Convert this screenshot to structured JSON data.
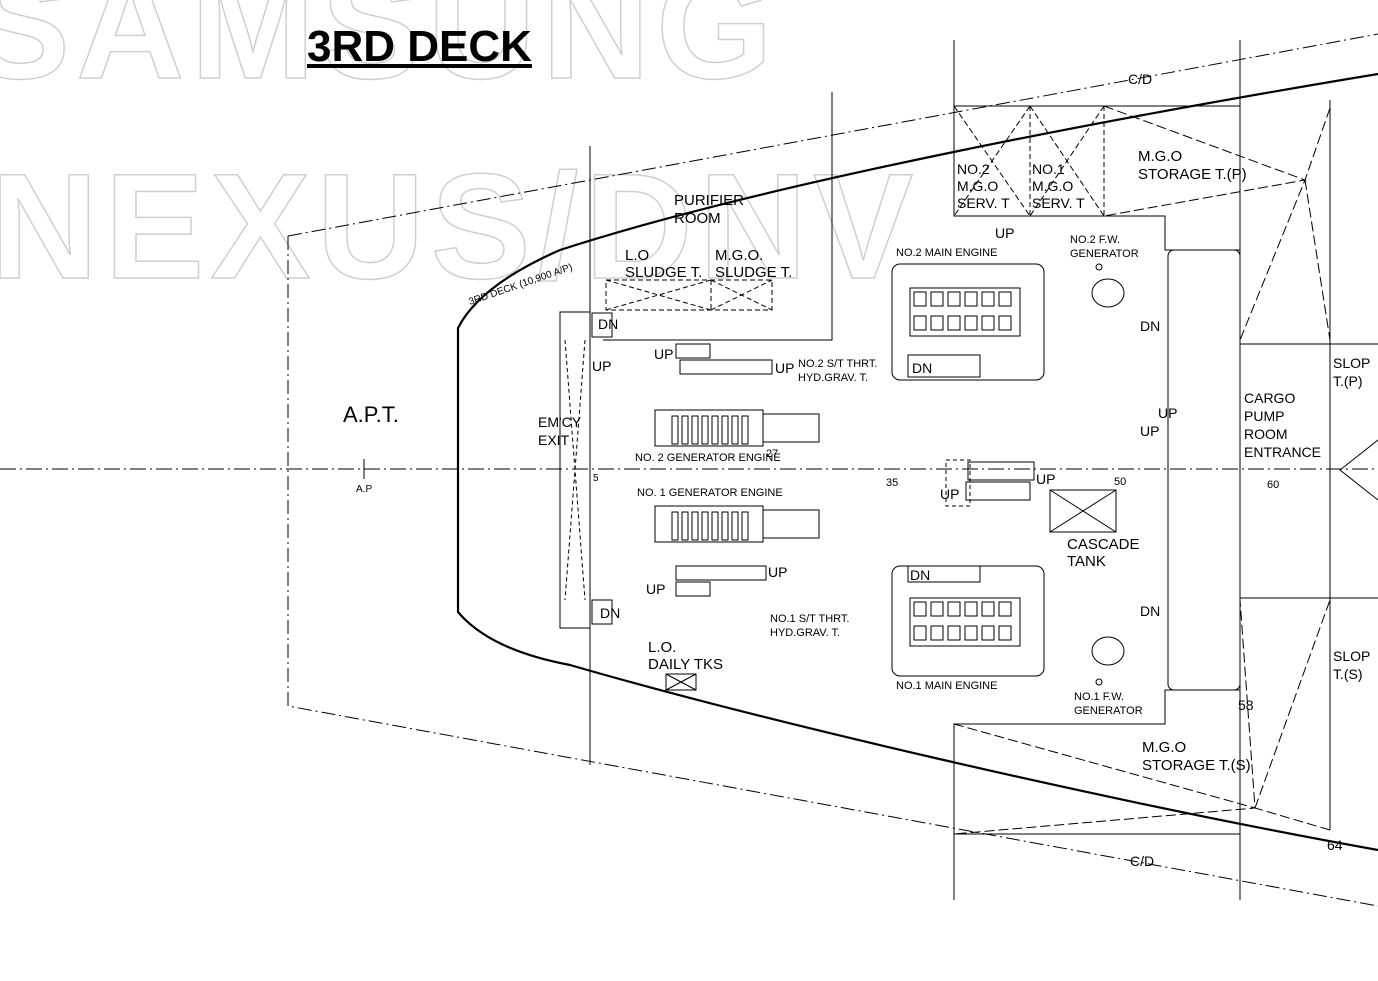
{
  "watermark": {
    "line1": "SAMSUNG",
    "line2": "NEXUS/DNV"
  },
  "title": "3RD DECK",
  "labels": {
    "apt": "A.P.T.",
    "ap": "A.P",
    "deck_line": "3RD DECK (10,900 A/P)",
    "purifier_l1": "PURIFIER",
    "purifier_l2": "ROOM",
    "lo_sludge_l1": "L.O",
    "lo_sludge_l2": "SLUDGE T.",
    "mgo_sludge_l1": "M.G.O.",
    "mgo_sludge_l2": "SLUDGE T.",
    "emcy_l1": "EM'CY",
    "emcy_l2": "EXIT",
    "no2_gen_engine": "NO. 2 GENERATOR ENGINE",
    "no1_gen_engine": "NO. 1 GENERATOR ENGINE",
    "no2_st_l1": "NO.2 S/T THRT.",
    "no2_st_l2": "HYD.GRAV. T.",
    "no1_st_l1": "NO.1 S/T THRT.",
    "no1_st_l2": "HYD.GRAV. T.",
    "lo_daily_l1": "L.O.",
    "lo_daily_l2": "DAILY TKS",
    "no2_main_engine": "NO.2 MAIN ENGINE",
    "no1_main_engine": "NO.1 MAIN ENGINE",
    "no2_fw_l1": "NO.2 F.W.",
    "no2_fw_l2": "GENERATOR",
    "no1_fw_l1": "NO.1 F.W.",
    "no1_fw_l2": "GENERATOR",
    "no2_mgo_l1": "NO.2",
    "no2_mgo_l2": "M.G.O",
    "no2_mgo_l3": "SERV. T",
    "no1_mgo_l1": "NO.1",
    "no1_mgo_l2": "M.G.O",
    "no1_mgo_l3": "SERV. T",
    "mgo_stor_p_l1": "M.G.O",
    "mgo_stor_p_l2": "STORAGE T.(P)",
    "mgo_stor_s_l1": "M.G.O",
    "mgo_stor_s_l2": "STORAGE T.(S)",
    "cd": "C/D",
    "cascade_l1": "CASCADE",
    "cascade_l2": "TANK",
    "cargo_l1": "CARGO",
    "cargo_l2": "PUMP",
    "cargo_l3": "ROOM",
    "cargo_l4": "ENTRANCE",
    "slop_p_l1": "SLOP",
    "slop_p_l2": "T.(P)",
    "slop_s_l1": "SLOP",
    "slop_s_l2": "T.(S)",
    "up": "UP",
    "dn": "DN"
  },
  "frame_numbers": [
    "5",
    "27",
    "35",
    "50",
    "60",
    "58",
    "64"
  ],
  "colors": {
    "line": "#000000",
    "watermark_outline": "#cfcfcf",
    "background": "#ffffff"
  }
}
